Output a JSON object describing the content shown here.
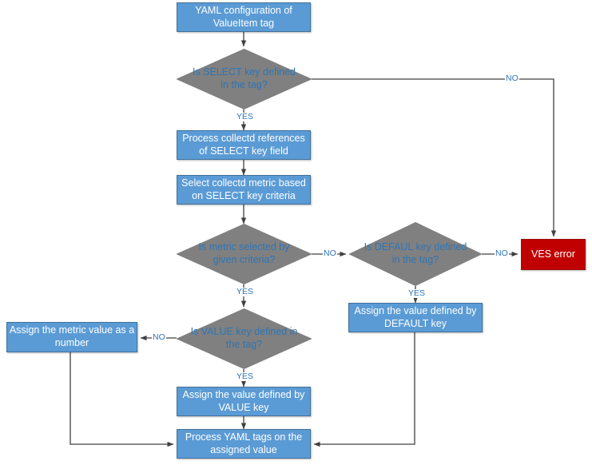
{
  "diagram": {
    "title": "YAML ValueItem tag processing flow",
    "colors": {
      "process_fill": "#5B9BD5",
      "decision_fill": "#808080",
      "error_fill": "#C00000",
      "label_text": "#2E75B6",
      "edge_line": "#404040"
    },
    "nodes": [
      {
        "id": "yaml-config",
        "type": "process",
        "text": "YAML configuration of ValueItem tag"
      },
      {
        "id": "is-select-key",
        "type": "decision",
        "text": "Is SELECT key defined in the tag?"
      },
      {
        "id": "process-collectd",
        "type": "process",
        "text": "Process collectd references of SELECT key field"
      },
      {
        "id": "select-metric",
        "type": "process",
        "text": "Select collectd metric based on SELECT key criteria"
      },
      {
        "id": "is-metric-selected",
        "type": "decision",
        "text": "Is metric selected by given criteria?"
      },
      {
        "id": "is-defaul-key",
        "type": "decision",
        "text": "Is DEFAUL key defined in the tag?"
      },
      {
        "id": "ves-error",
        "type": "error",
        "text": "VES error"
      },
      {
        "id": "assign-default",
        "type": "process",
        "text": "Assign the value defined by DEFAULT key"
      },
      {
        "id": "is-value-key",
        "type": "decision",
        "text": "Is VALUE key defined in the tag?"
      },
      {
        "id": "assign-metric-num",
        "type": "process",
        "text": "Assign the metric value as a number"
      },
      {
        "id": "assign-value",
        "type": "process",
        "text": "Assign the value defined by VALUE key"
      },
      {
        "id": "process-yaml-tags",
        "type": "process",
        "text": "Process YAML tags on the assigned value"
      }
    ],
    "edge_labels": {
      "select_no": "NO",
      "select_yes": "YES",
      "metric_no": "NO",
      "metric_yes": "YES",
      "defaul_no": "NO",
      "defaul_yes": "YES",
      "value_no": "NO",
      "value_yes": "YES"
    }
  }
}
